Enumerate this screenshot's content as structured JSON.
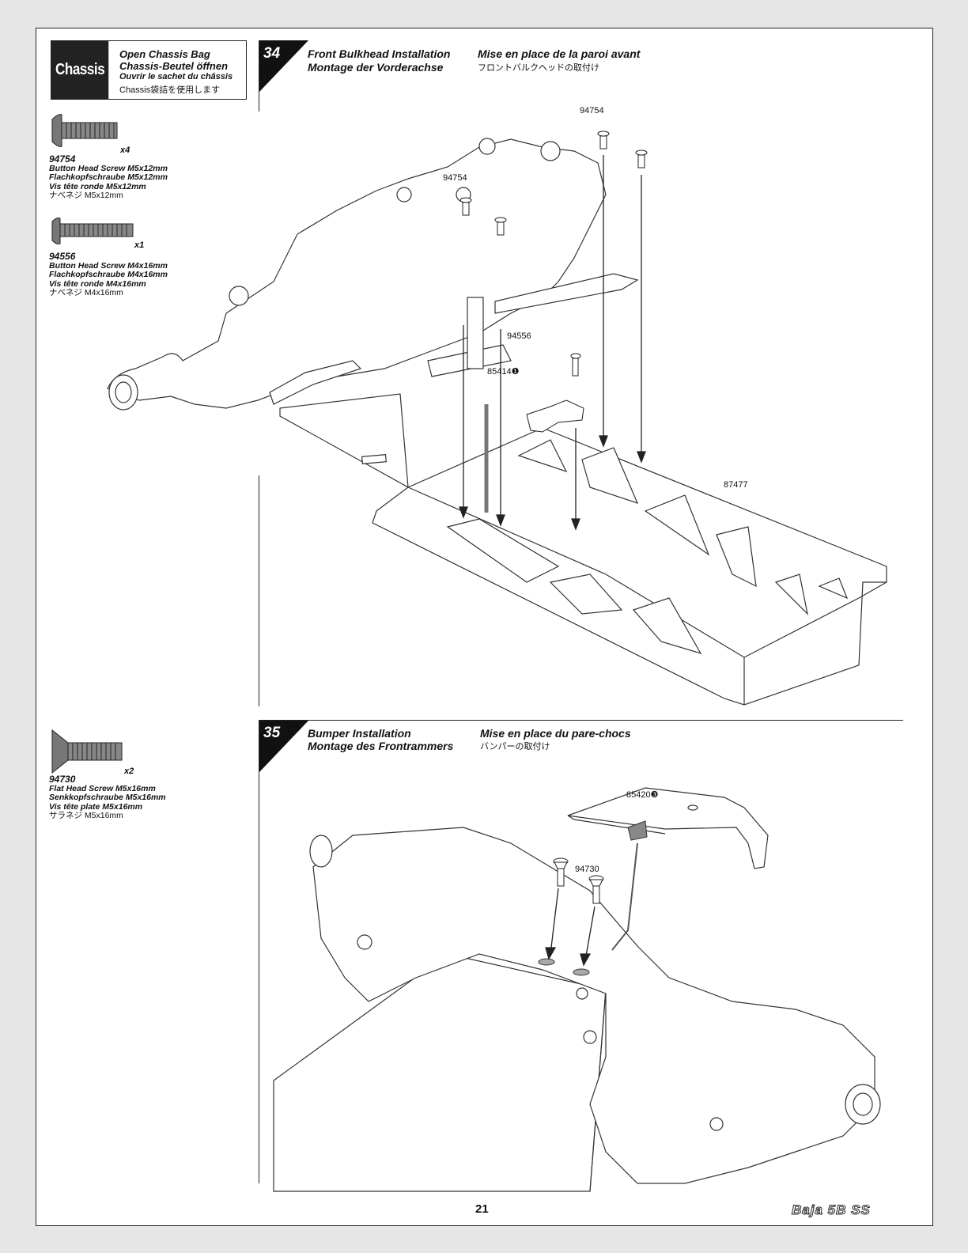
{
  "bag": {
    "tab": "Chassis",
    "line_en": "Open Chassis Bag",
    "line_de": "Chassis-Beutel öffnen",
    "line_fr": "Ouvrir le sachet du châssis",
    "line_jp": "Chassis袋詰を使用します"
  },
  "parts": [
    {
      "num": "94754",
      "qty": "x4",
      "en": "Button Head Screw M5x12mm",
      "de": "Flachkopfschraube M5x12mm",
      "fr": "Vis tête ronde M5x12mm",
      "jp": "ナベネジ M5x12mm"
    },
    {
      "num": "94556",
      "qty": "x1",
      "en": "Button Head Screw M4x16mm",
      "de": "Flachkopfschraube M4x16mm",
      "fr": "Vis tête ronde M4x16mm",
      "jp": "ナベネジ M4x16mm"
    },
    {
      "num": "94730",
      "qty": "x2",
      "en": "Flat Head Screw M5x16mm",
      "de": "Senkkopfschraube M5x16mm",
      "fr": "Vis tête plate M5x16mm",
      "jp": "サラネジ M5x16mm"
    }
  ],
  "steps": [
    {
      "num": "34",
      "title_en": "Front Bulkhead Installation",
      "title_de": "Montage der Vorderachse",
      "title_fr": "Mise en place de la paroi avant",
      "title_jp": "フロントバルクヘッドの取付け",
      "labels": {
        "a": "94754",
        "b": "94754",
        "c": "94556",
        "d": "85414❶",
        "e": "87477"
      }
    },
    {
      "num": "35",
      "title_en": "Bumper Installation",
      "title_de": "Montage des Frontrammers",
      "title_fr": "Mise en place du pare-chocs",
      "title_jp": "バンパーの取付け",
      "labels": {
        "a": "85420❸",
        "b": "94730"
      }
    }
  ],
  "footer": {
    "page": "21",
    "logo": "Baja 5B SS"
  }
}
